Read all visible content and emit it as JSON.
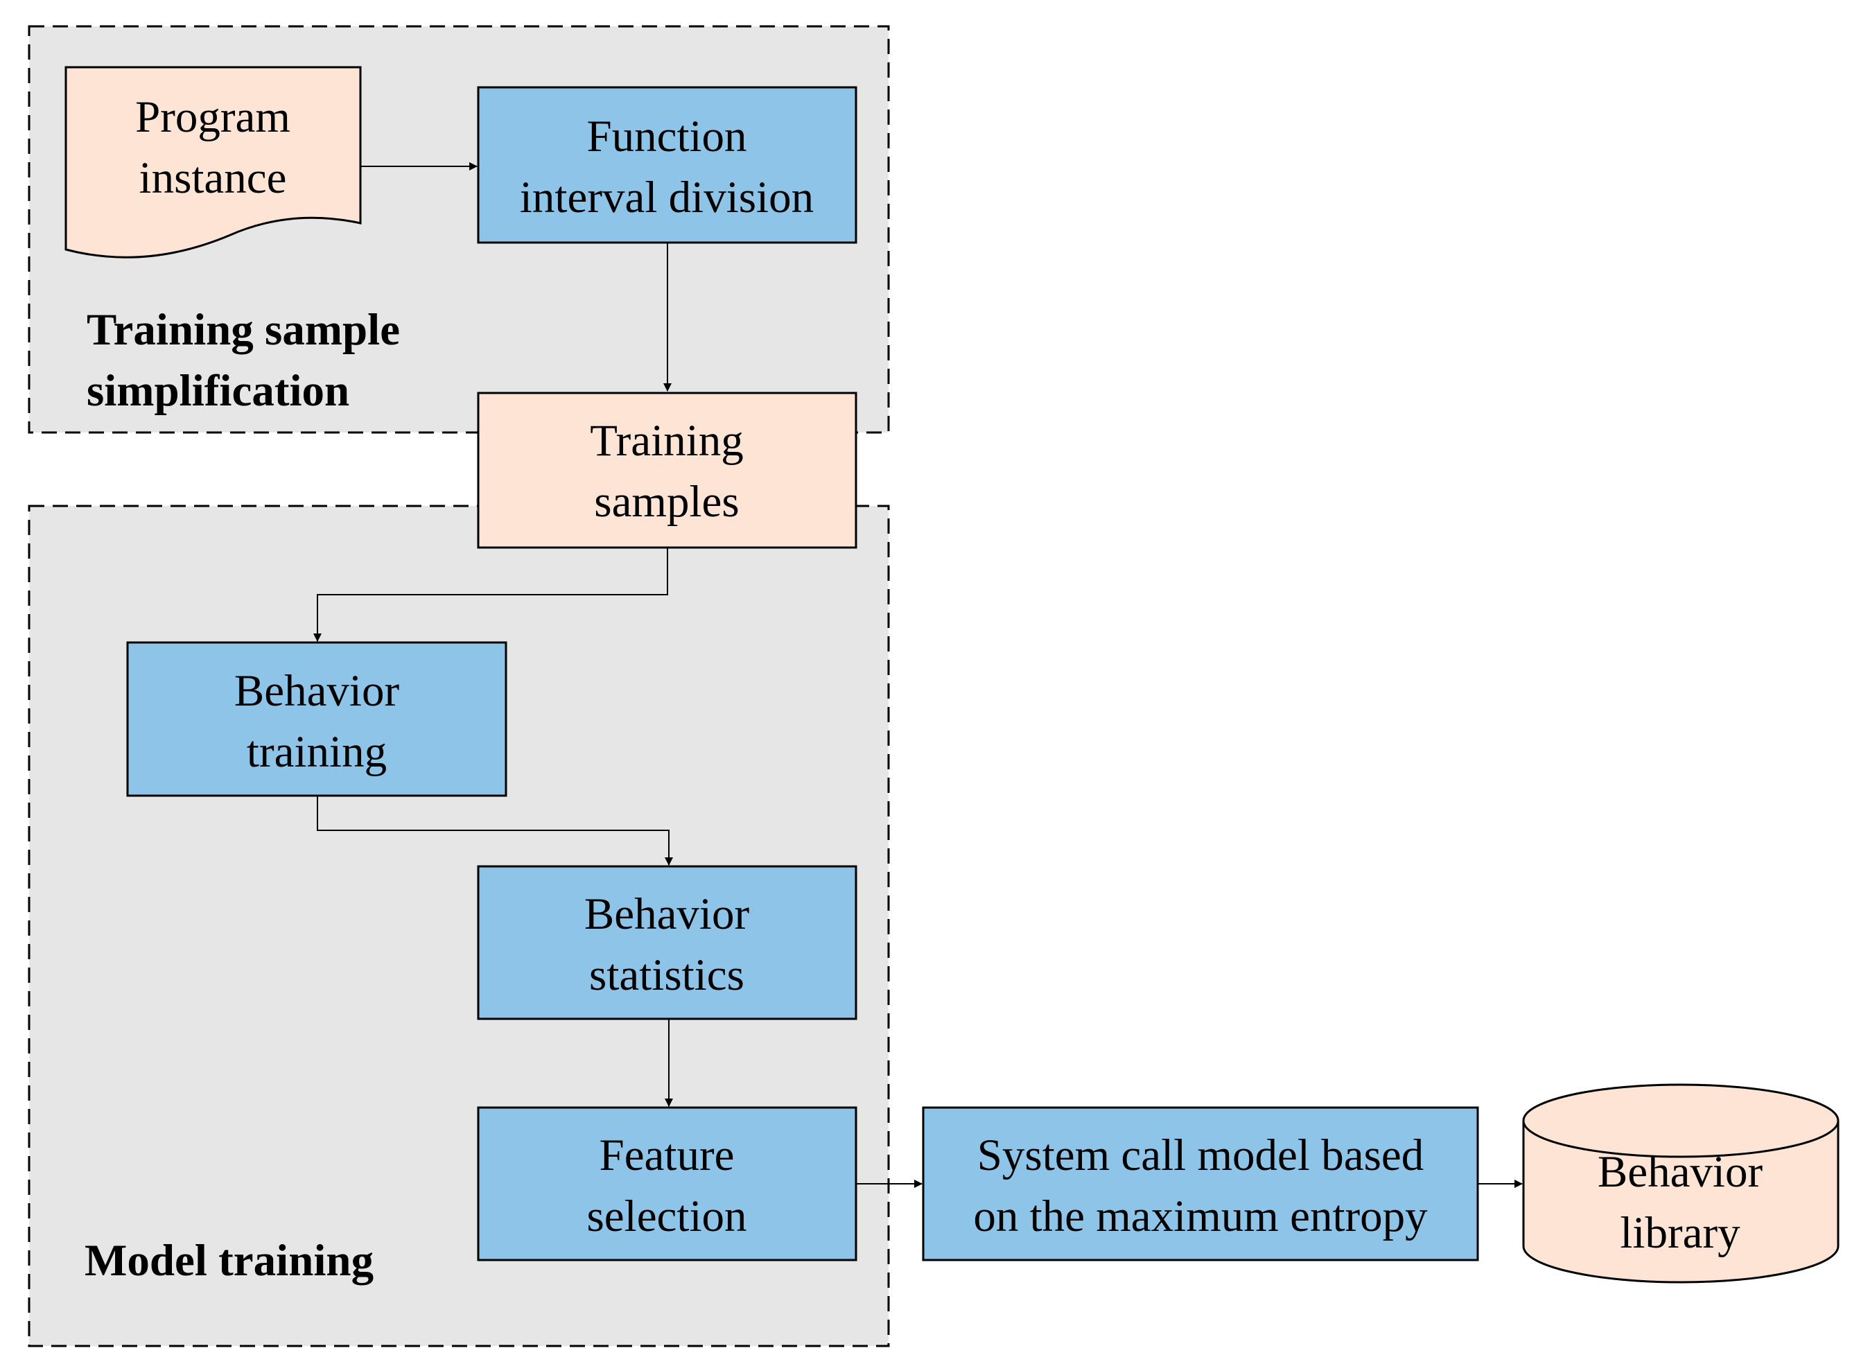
{
  "groups": {
    "simplification": {
      "title_line1": "Training sample",
      "title_line2": "simplification"
    },
    "model_training": {
      "title": "Model training"
    }
  },
  "nodes": {
    "program_instance": {
      "line1": "Program",
      "line2": "instance"
    },
    "function_interval_division": {
      "line1": "Function",
      "line2": "interval division"
    },
    "training_samples": {
      "line1": "Training",
      "line2": "samples"
    },
    "behavior_training": {
      "line1": "Behavior",
      "line2": "training"
    },
    "behavior_statistics": {
      "line1": "Behavior",
      "line2": "statistics"
    },
    "feature_selection": {
      "line1": "Feature",
      "line2": "selection"
    },
    "system_call_model": {
      "line1": "System call model based",
      "line2": "on the maximum entropy"
    },
    "behavior_library": {
      "line1": "Behavior",
      "line2": "library"
    }
  },
  "colors": {
    "process_fill": "#8dc4e8",
    "data_fill": "#fde4d5",
    "group_fill": "#e6e6e6",
    "stroke": "#000000"
  }
}
